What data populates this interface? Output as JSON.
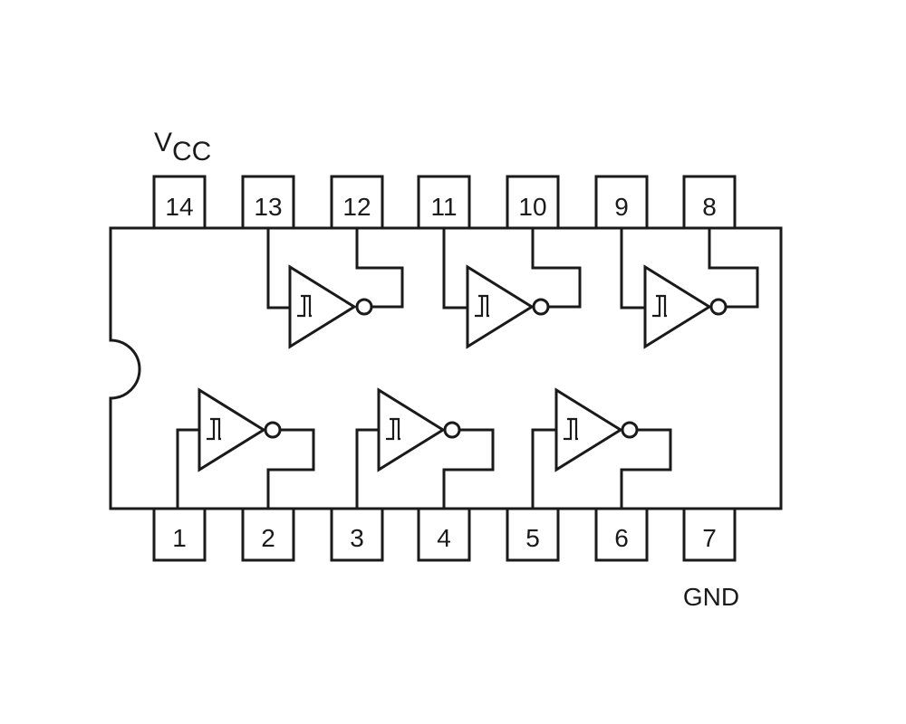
{
  "power": {
    "vcc_main": "V",
    "vcc_sub": "CC",
    "gnd": "GND"
  },
  "pins": {
    "top": [
      "14",
      "13",
      "12",
      "11",
      "10",
      "9",
      "8"
    ],
    "bottom": [
      "1",
      "2",
      "3",
      "4",
      "5",
      "6",
      "7"
    ]
  }
}
